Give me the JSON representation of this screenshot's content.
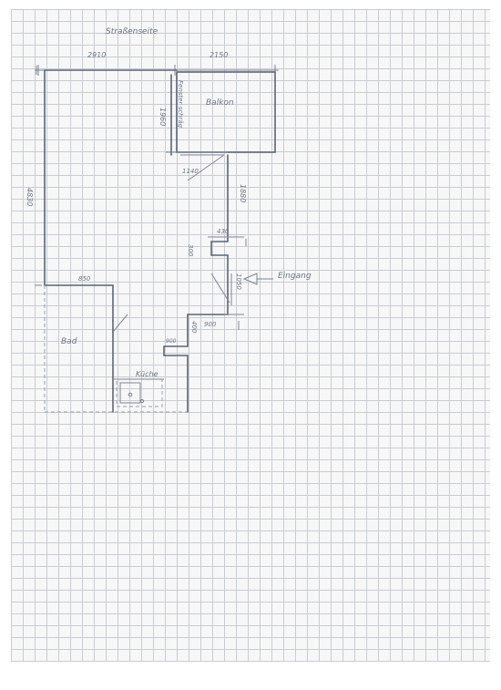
{
  "labels": {
    "street": "Straßenseite",
    "balcony": "Balkon",
    "window": "Fenster schräg",
    "entrance": "Eingang",
    "bath": "Bad",
    "kitchen": "Küche"
  },
  "dimensions": {
    "top_left": "2910",
    "top_right": "2150",
    "left_height": "4830",
    "balcony_height": "1960",
    "balcony_bottom": "1140",
    "right_upper": "1880",
    "niche_width": "430",
    "niche_depth": "300",
    "entrance_height": "1050",
    "lower_left": "850",
    "lower_width": "900",
    "lower_height": "400",
    "small_notch": "900"
  },
  "colors": {
    "grid": "#c9ccd1",
    "ink": "#5b6577",
    "paper": "#f7f7f8"
  }
}
